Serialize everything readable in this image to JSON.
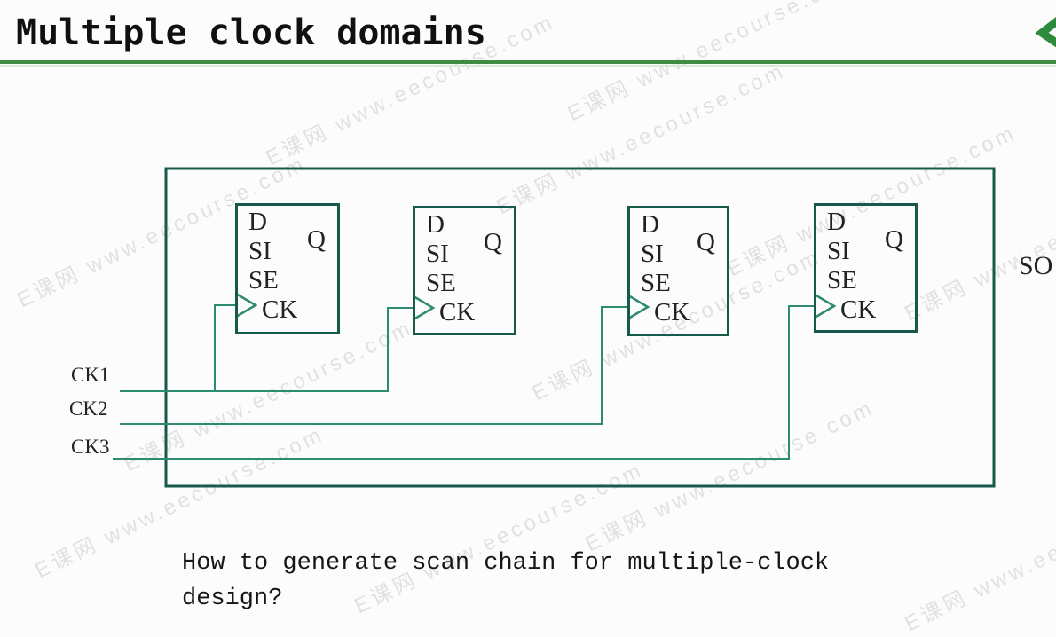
{
  "slide": {
    "title": "Multiple clock domains",
    "question_line1": "How to generate scan chain for multiple-clock",
    "question_line2": "design?"
  },
  "diagram": {
    "ff": {
      "d": "D",
      "si": "SI",
      "se": "SE",
      "ck": "CK",
      "q": "Q"
    },
    "clock_labels": [
      "CK1",
      "CK2",
      "CK3"
    ],
    "output_label": "SO"
  },
  "watermark": {
    "text": "E课网 www.eecourse.com"
  },
  "colors": {
    "accent_green": "#3e8c42",
    "box_outline": "#17594a",
    "wire_teal": "#2f8a72"
  }
}
